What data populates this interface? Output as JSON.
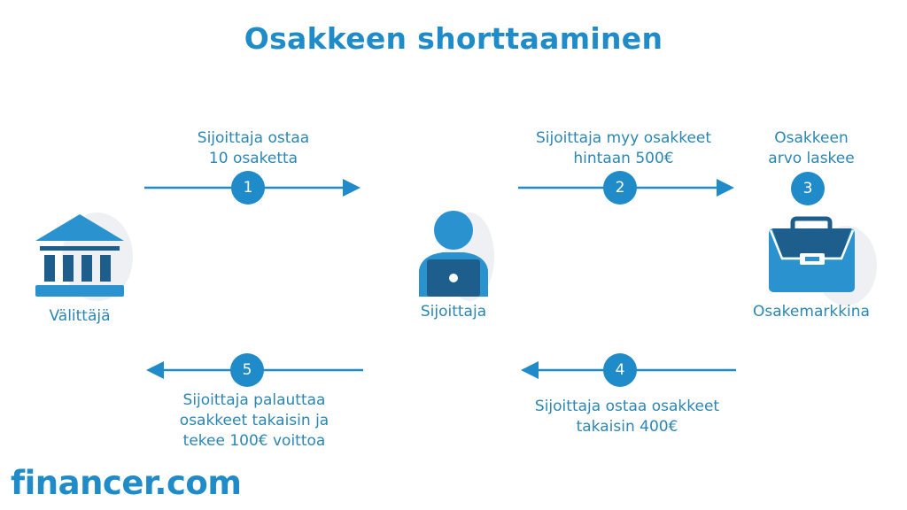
{
  "title": "Osakkeen shorttaaminen",
  "actors": {
    "broker": "Välittäjä",
    "investor": "Sijoittaja",
    "market": "Osakemarkkina"
  },
  "steps": [
    {
      "number": "1",
      "lines": [
        "Sijoittaja ostaa",
        "10 osaketta"
      ]
    },
    {
      "number": "2",
      "lines": [
        "Sijoittaja myy osakkeet",
        "hintaan 500€"
      ]
    },
    {
      "number": "3",
      "lines": [
        "Osakkeen",
        "arvo laskee"
      ]
    },
    {
      "number": "4",
      "lines": [
        "Sijoittaja ostaa osakkeet",
        "takaisin 400€"
      ]
    },
    {
      "number": "5",
      "lines": [
        "Sijoittaja palauttaa",
        "osakkeet takaisin ja",
        "tekee 100€ voittoa"
      ]
    }
  ],
  "logo": "financer.com",
  "colors": {
    "primary": "#1f8bc9",
    "dark": "#1d5e8c",
    "text": "#2b86b3"
  }
}
